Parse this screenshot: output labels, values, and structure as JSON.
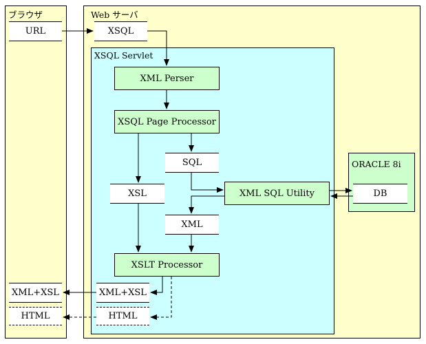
{
  "browser": {
    "title": "ブラウザ",
    "url": "URL",
    "xml_xsl": "XML+XSL",
    "html": "HTML"
  },
  "web_server": {
    "title": "Web サーバ",
    "xsql": "XSQL",
    "servlet": {
      "title": "XSQL Servlet",
      "xml_parser": "XML Perser",
      "page_processor": "XSQL Page Processor",
      "sql": "SQL",
      "xsl": "XSL",
      "xml_sql_utility": "XML SQL Utility",
      "xml": "XML",
      "xslt_processor": "XSLT Processor",
      "xml_xsl": "XML+XSL",
      "html": "HTML"
    }
  },
  "oracle": {
    "title": "ORACLE 8i",
    "db": "DB"
  }
}
